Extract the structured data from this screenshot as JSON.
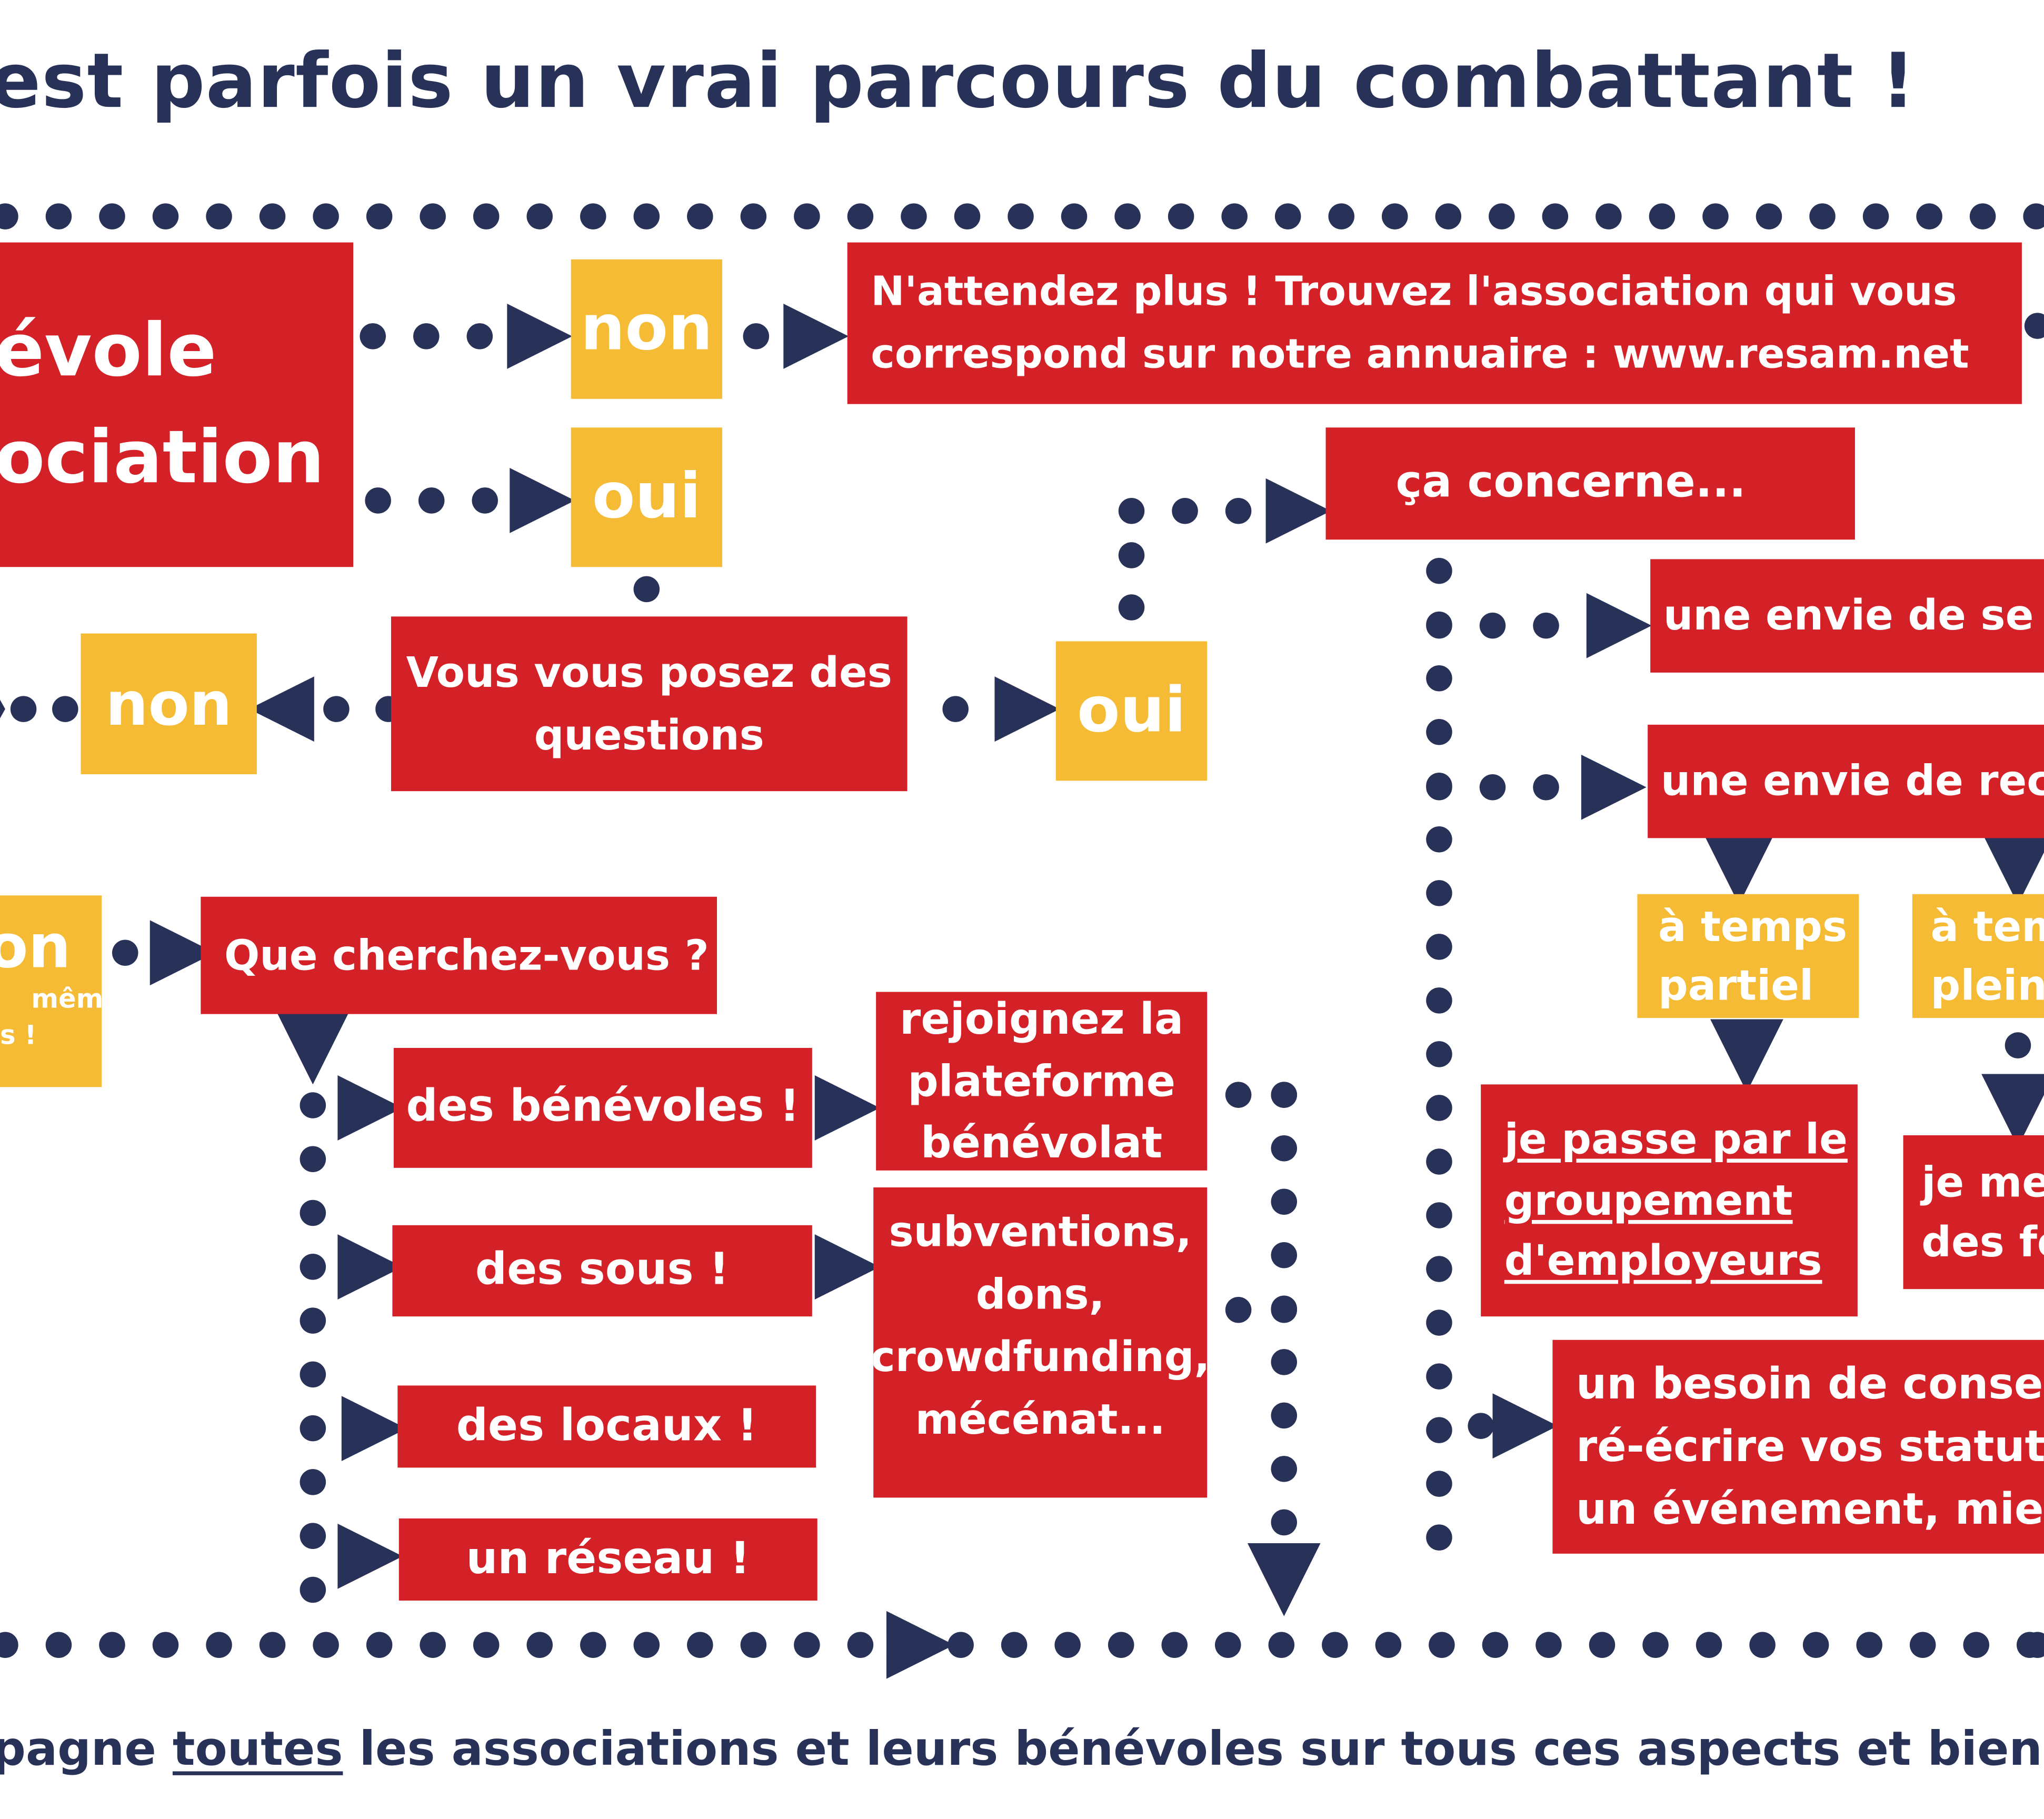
{
  "title": "est parfois un vrai parcours du combattant !",
  "main_box": {
    "line1": "évole",
    "line2": "ociation"
  },
  "labels": {
    "non_top": "non",
    "oui_top": "oui",
    "non_mid": "non",
    "oui_mid": "oui",
    "non_left": "on",
    "non_left_sub1": "même",
    "non_left_sub2": "s !",
    "temps_partiel_1": "à temps",
    "temps_partiel_2": "partiel",
    "temps_plein_1": "à tem",
    "temps_plein_2": "plein"
  },
  "boxes": {
    "annuaire_1": "N'attendez plus ! Trouvez l'association qui vous",
    "annuaire_2": "correspond sur notre annuaire : www.resam.net",
    "questions_1": "Vous vous posez des",
    "questions_2": "questions",
    "concerne": "ça concerne...",
    "envie_1": "une envie de se f",
    "envie_2": "une envie de rec",
    "cherchez": "Que cherchez-vous ?",
    "benevoles": "des bénévoles !",
    "sous": "des sous !",
    "locaux": "des locaux !",
    "reseau": "un réseau !",
    "plateforme_1": "rejoignez la",
    "plateforme_2": "plateforme",
    "plateforme_3": "bénévolat",
    "subventions_1": "subventions,",
    "subventions_2": "dons,",
    "subventions_3": "crowdfunding,",
    "subventions_4": "mécénat...",
    "groupement_1": "je passe par le",
    "groupement_2": "groupement",
    "groupement_3": "d'employeurs",
    "je_me_1": "je me",
    "je_me_2": "des fo",
    "conseil_1": "un besoin de conseil",
    "conseil_2": "ré-écrire vos statuts",
    "conseil_3": "un événement,  mieu"
  },
  "footer": {
    "pre": "pagne ",
    "emph": "toutes",
    "post": " les associations et leurs bénévoles sur tous ces aspects et bien"
  },
  "colors": {
    "red": "#d42027",
    "yellow": "#f6bb35",
    "navy": "#283158",
    "white": "#ffffff"
  }
}
